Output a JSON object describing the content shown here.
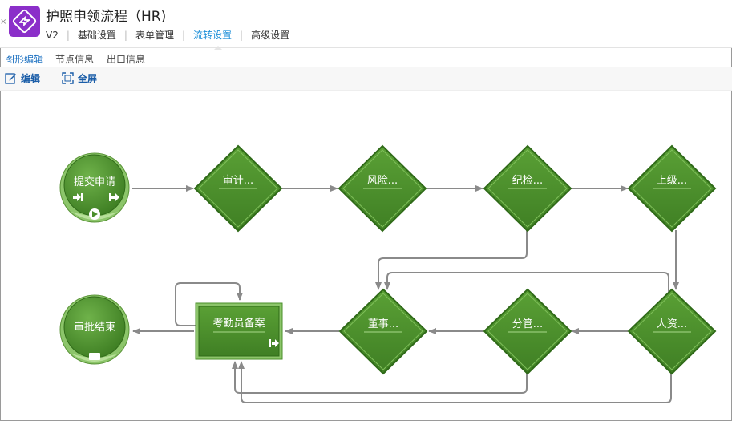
{
  "app": {
    "title": "护照申领流程（HR)",
    "brand_color": "#8b2fc9"
  },
  "subnav": {
    "version": "V2",
    "items": [
      "基础设置",
      "表单管理",
      "流转设置",
      "高级设置"
    ],
    "active": "流转设置"
  },
  "tabs": {
    "items": [
      "图形编辑",
      "节点信息",
      "出口信息"
    ],
    "active": "图形编辑"
  },
  "toolbar": {
    "edit_label": "编辑",
    "fullscreen_label": "全屏"
  },
  "flow": {
    "node_color": "#4a8f2a",
    "edge_color": "#8a8a8a",
    "start_node": {
      "label": "提交申请"
    },
    "end_node": {
      "label": "审批结束"
    },
    "diamonds": [
      {
        "id": "audit",
        "label": "审计..."
      },
      {
        "id": "risk",
        "label": "风险..."
      },
      {
        "id": "discipline",
        "label": "纪检..."
      },
      {
        "id": "superior",
        "label": "上级..."
      },
      {
        "id": "hr",
        "label": "人资..."
      },
      {
        "id": "division",
        "label": "分管..."
      },
      {
        "id": "board",
        "label": "董事..."
      }
    ],
    "task_node": {
      "label": "考勤员备案"
    }
  }
}
